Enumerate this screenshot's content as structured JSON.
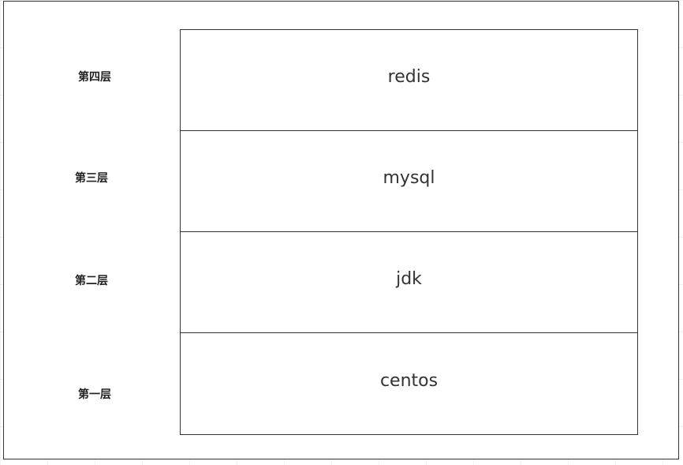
{
  "diagram": {
    "labels": [
      "第四层",
      "第三层",
      "第二层",
      "第一层"
    ],
    "boxes": [
      "redis",
      "mysql",
      "jdk",
      "centos"
    ]
  }
}
